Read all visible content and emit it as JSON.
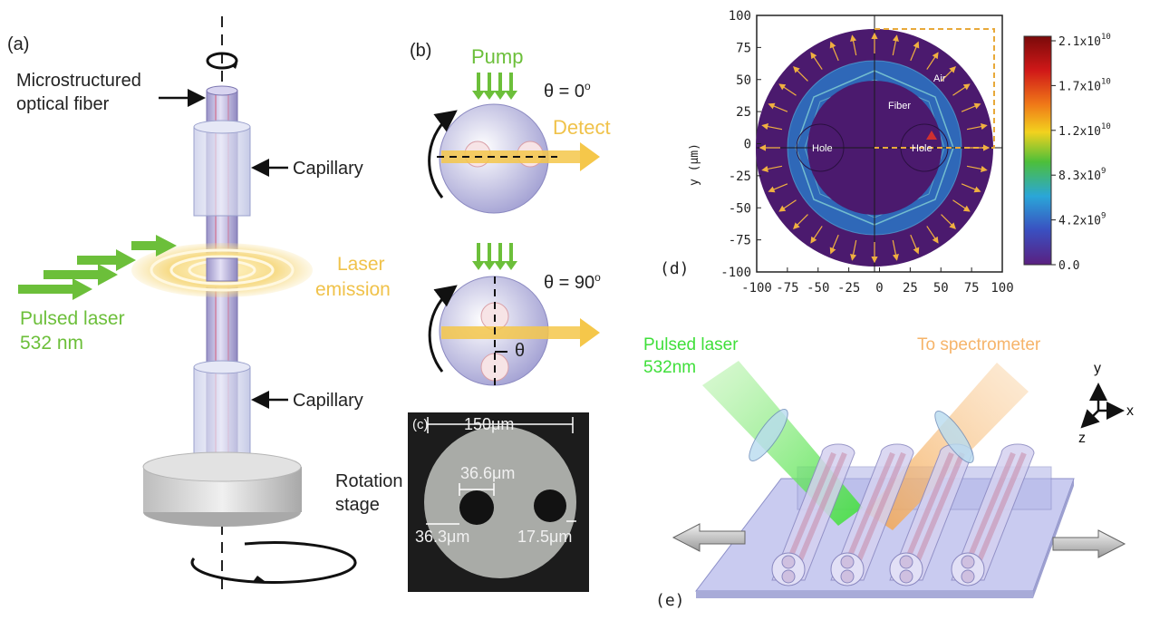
{
  "panel_a": {
    "label": "(a)",
    "fiber_label_line1": "Microstructured",
    "fiber_label_line2": "optical fiber",
    "capillary_top": "Capillary",
    "capillary_bottom": "Capillary",
    "laser_emission_line1": "Laser",
    "laser_emission_line2": "emission",
    "pulsed_laser_line1": "Pulsed laser",
    "pulsed_laser_line2": "532 nm",
    "rotation_stage_line1": "Rotation",
    "rotation_stage_line2": "stage"
  },
  "panel_b": {
    "label": "(b)",
    "pump": "Pump",
    "theta0": "θ = 0",
    "theta0_sup": "o",
    "detect": "Detect",
    "theta90": "θ = 90",
    "theta90_sup": "o",
    "theta_symbol": "θ"
  },
  "panel_c": {
    "label": "(c)",
    "diameter": "150μm",
    "hole_diameter": "36.6μm",
    "hole_offset": "36.3μm",
    "wall_thickness": "17.5μm"
  },
  "panel_d": {
    "label": "(d)",
    "ylabel": "y (μm)",
    "x_ticks": [
      "-100",
      "-75",
      "-50",
      "-25",
      "0",
      "25",
      "50",
      "75",
      "100"
    ],
    "y_ticks": [
      "100",
      "75",
      "50",
      "25",
      "0",
      "-25",
      "-50",
      "-75",
      "-100"
    ],
    "air": "Air",
    "fiber": "Fiber",
    "hole_left": "Hole",
    "hole_right": "Hole",
    "colorbar_ticks": [
      {
        "value": "2.1x10",
        "exp": "10"
      },
      {
        "value": "1.7x10",
        "exp": "10"
      },
      {
        "value": "1.2x10",
        "exp": "10"
      },
      {
        "value": "8.3x10",
        "exp": "9"
      },
      {
        "value": "4.2x10",
        "exp": "9"
      },
      {
        "value": "0.0",
        "exp": ""
      }
    ]
  },
  "panel_e": {
    "label": "(e)",
    "pulsed_laser_line1": "Pulsed laser",
    "pulsed_laser_line2": "532nm",
    "to_spectrometer": "To spectrometer",
    "axis_y": "y",
    "axis_x": "x",
    "axis_z": "z"
  },
  "colors": {
    "green": "#6cbf3a",
    "laser_green": "#3fdf3a",
    "yellow": "#f0c24a",
    "fiber_purple": "#b9b4dc",
    "map_background": "#4b1a6e",
    "ring": "#2f68b8",
    "dashed_box": "#e8a93a",
    "orange_beam": "#f6b46a"
  }
}
